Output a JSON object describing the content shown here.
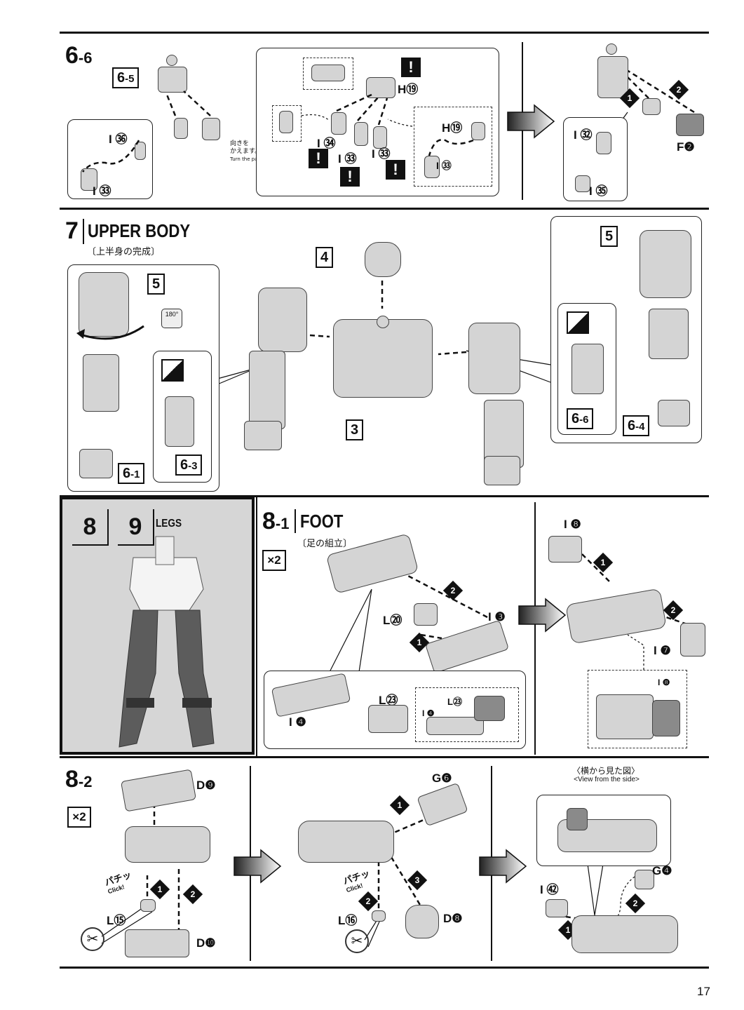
{
  "page_number": "17",
  "step_6_6": {
    "number": "6",
    "sub": "-6",
    "tag_6_5": {
      "n": "6",
      "s": "-5"
    },
    "labels": {
      "i36": "I",
      "i36_num": "㊱",
      "i33a": "I",
      "i33a_num": "㉝",
      "h19": "H",
      "h19_num": "⑲",
      "i34": "I",
      "i34_num": "㉞",
      "i33b": "I",
      "i33b_num": "㉝",
      "i33c": "I",
      "i33c_num": "㉝",
      "h19b": "H",
      "h19b_num": "⑲",
      "i33d": "I",
      "i33d_num": "㉝",
      "i32": "I",
      "i32_num": "㉜",
      "i35": "I",
      "i35_num": "㉟",
      "f2": "F",
      "f2_num": "❷"
    },
    "note_jp": "向きを\nかえます。",
    "note_en": "Turn the part.",
    "excl": "!",
    "d1": "1",
    "d2": "2"
  },
  "step_7": {
    "number": "7",
    "title": "UPPER BODY",
    "subtitle": "〔上半身の完成〕",
    "tags": {
      "t4": "4",
      "t5a": "5",
      "t5b": "5",
      "t3": "3",
      "t6_1": {
        "n": "6",
        "s": "-1"
      },
      "t6_3": {
        "n": "6",
        "s": "-3"
      },
      "t6_6": {
        "n": "6",
        "s": "-6"
      },
      "t6_4": {
        "n": "6",
        "s": "-4"
      }
    },
    "rot": "180°"
  },
  "legs": {
    "n8": "8",
    "n9": "9",
    "title": "LEGS"
  },
  "step_8_1": {
    "number": "8",
    "sub": "-1",
    "title": "FOOT",
    "subtitle": "〔足の組立〕",
    "x2": "×2",
    "labels": {
      "l20": "L",
      "l20_num": "⑳",
      "i3": "I",
      "i3_num": "❸",
      "l23": "L",
      "l23_num": "㉓",
      "i4": "I",
      "i4_num": "❹",
      "l23b": "L",
      "l23b_num": "㉓",
      "i4b": "I",
      "i4b_num": "❹",
      "i8": "I",
      "i8_num": "❽",
      "i7": "I",
      "i7_num": "❼",
      "i8b": "I",
      "i8b_num": "❽"
    }
  },
  "step_8_2": {
    "number": "8",
    "sub": "-2",
    "x2": "×2",
    "labels": {
      "d9": "D",
      "d9_num": "❾",
      "l15": "L",
      "l15_num": "⑮",
      "d10": "D",
      "d10_num": "❿",
      "g6": "G",
      "g6_num": "❻",
      "l16": "L",
      "l16_num": "⑯",
      "d8": "D",
      "d8_num": "❽",
      "g4": "G",
      "g4_num": "❹",
      "i42": "I",
      "i42_num": "㊷"
    },
    "click_jp": "パチッ",
    "click_en": "Click!",
    "side_jp": "〈横から見た図〉",
    "side_en": "<View from the side>"
  }
}
